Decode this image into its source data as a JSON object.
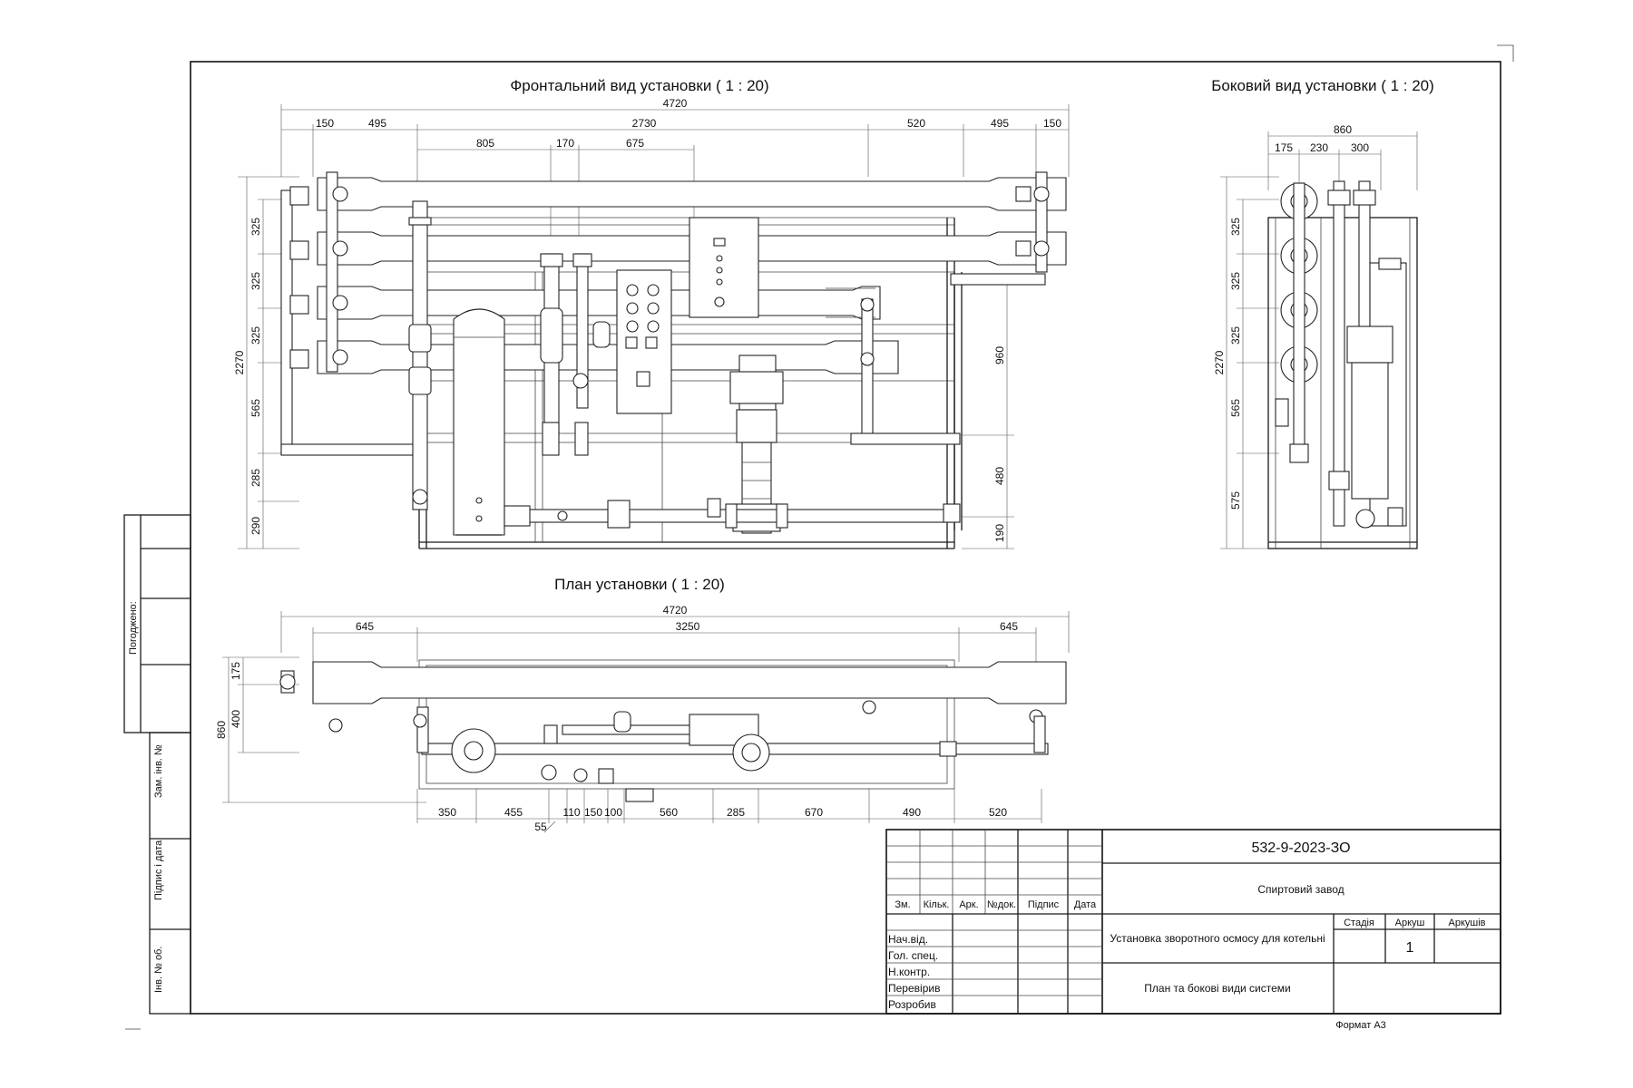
{
  "views": {
    "front_title": "Фронтальний вид установки ( 1 : 20)",
    "side_title": "Боковий вид установки ( 1 : 20)",
    "plan_title": "План установки ( 1 : 20)"
  },
  "front_dims": {
    "total": "4720",
    "top_row": [
      "150",
      "495",
      "2730",
      "520",
      "495",
      "150"
    ],
    "mid_row": [
      "805",
      "170",
      "675"
    ],
    "left_col": [
      "2270",
      "325",
      "325",
      "325",
      "565",
      "285",
      "290"
    ],
    "right_col": [
      "960",
      "480",
      "190"
    ]
  },
  "side_dims": {
    "total": "860",
    "top_row": [
      "175",
      "230",
      "300"
    ],
    "left_col": [
      "2270",
      "325",
      "325",
      "325",
      "565",
      "575"
    ]
  },
  "plan_dims": {
    "total": "4720",
    "top_row": [
      "645",
      "3250",
      "645"
    ],
    "left_col": [
      "860",
      "175",
      "400"
    ],
    "bottom_row": [
      "350",
      "455",
      "110",
      "150",
      "100",
      "560",
      "285",
      "670",
      "490",
      "520"
    ],
    "extra": "55"
  },
  "side_stamp": {
    "agreed": "Погоджено:",
    "replace_inv": "Зам. інв. №",
    "sign_date": "Підпис і дата",
    "inv_orig": "Інв. № об."
  },
  "title_block": {
    "code": "532-9-2023-ЗО",
    "object": "Спиртовий завод",
    "title": "Установка зворотного осмосу для котельні",
    "sheet_title": "План та бокові види системи",
    "col_headers": [
      "Зм.",
      "Кільк.",
      "Арк.",
      "№док.",
      "Підпис",
      "Дата"
    ],
    "roles": [
      "Нач.від.",
      "Гол. спец.",
      "Н.контр.",
      "Перевірив",
      "Розробив"
    ],
    "stage_label": "Стадія",
    "sheet_label": "Аркуш",
    "sheets_label": "Аркушів",
    "sheet_value": "1",
    "format": "Формат А3"
  }
}
